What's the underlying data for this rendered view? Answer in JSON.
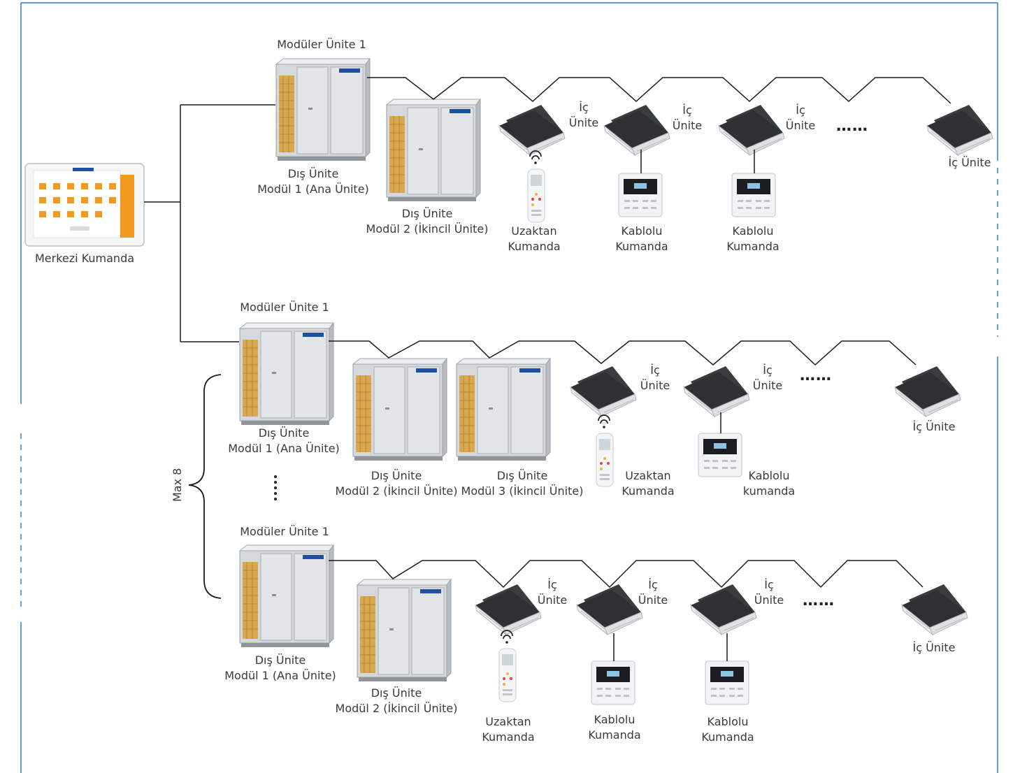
{
  "central": {
    "label": "Merkezi Kumanda"
  },
  "groups": [
    {
      "module_title": "Modüler Ünite 1",
      "outdoor": [
        {
          "line1": "Dış Ünite",
          "line2": "Modül 1 (Ana Ünite)"
        },
        {
          "line1": "Dış Ünite",
          "line2": "Modül 2 (İkincil Ünite)"
        }
      ],
      "indoor": [
        {
          "line1": "İç",
          "line2": "Ünite"
        },
        {
          "line1": "İç",
          "line2": "Ünite"
        },
        {
          "line1": "İç",
          "line2": "Ünite"
        }
      ],
      "last_indoor": "İç Ünite",
      "controllers": [
        {
          "line1": "Uzaktan",
          "line2": "Kumanda"
        },
        {
          "line1": "Kablolu",
          "line2": "Kumanda"
        },
        {
          "line1": "Kablolu",
          "line2": "Kumanda"
        }
      ],
      "ellipsis": "……"
    },
    {
      "module_title": "Modüler Ünite 1",
      "outdoor": [
        {
          "line1": "Dış Ünite",
          "line2": "Modül 1 (Ana Ünite)"
        },
        {
          "line1": "Dış Ünite",
          "line2": "Modül 2 (İkincil Ünite)"
        },
        {
          "line1": "Dış Ünite",
          "line2": "Modül 3 (İkincil Ünite)"
        }
      ],
      "indoor": [
        {
          "line1": "İç",
          "line2": "Ünite"
        },
        {
          "line1": "İç",
          "line2": "Ünite"
        }
      ],
      "last_indoor": "İç Ünite",
      "controllers": [
        {
          "line1": "Uzaktan",
          "line2": "Kumanda"
        },
        {
          "line1": "Kablolu",
          "line2": "kumanda"
        }
      ],
      "ellipsis": "……"
    },
    {
      "module_title": "Modüler Ünite 1",
      "outdoor": [
        {
          "line1": "Dış Ünite",
          "line2": "Modül 1 (Ana Ünite)"
        },
        {
          "line1": "Dış Ünite",
          "line2": "Modül 2 (İkincil Ünite)"
        }
      ],
      "indoor": [
        {
          "line1": "İç",
          "line2": "Ünite"
        },
        {
          "line1": "İç",
          "line2": "Ünite"
        },
        {
          "line1": "İç",
          "line2": "Ünite"
        }
      ],
      "last_indoor": "İç Ünite",
      "controllers": [
        {
          "line1": "Uzaktan",
          "line2": "Kumanda"
        },
        {
          "line1": "Kablolu",
          "line2": "Kumanda"
        },
        {
          "line1": "Kablolu",
          "line2": "Kumanda"
        }
      ],
      "ellipsis": "……"
    }
  ],
  "brace_label": "Max 8",
  "colors": {
    "frame": "#2f7fc1",
    "line": "#1a1a1a",
    "unit_body": "#d9dcdf",
    "coil": "#d9a84e",
    "logo": "#1f4fa0",
    "screen_accent": "#f29a1f"
  }
}
